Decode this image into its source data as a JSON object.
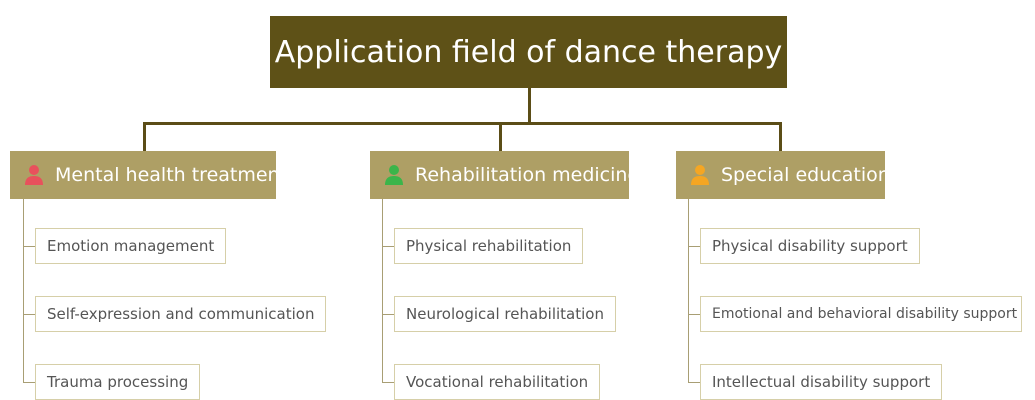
{
  "root": {
    "title": "Application field of dance therapy"
  },
  "branches": [
    {
      "label": "Mental health treatment",
      "icon": "person-icon",
      "icon_color": "#e8515c",
      "items": [
        "Emotion management",
        "Self-expression and communication",
        "Trauma processing"
      ]
    },
    {
      "label": "Rehabilitation medicine",
      "icon": "person-icon",
      "icon_color": "#3bb54a",
      "items": [
        "Physical rehabilitation",
        "Neurological rehabilitation",
        "Vocational rehabilitation"
      ]
    },
    {
      "label": "Special education",
      "icon": "person-icon",
      "icon_color": "#f5a623",
      "items": [
        "Physical disability support",
        "Emotional and behavioral disability support",
        "Intellectual disability support"
      ]
    }
  ],
  "colors": {
    "root_fill": "#5e5117",
    "branch_fill": "#ae9f65",
    "connector": "#5b4d17",
    "leaf_border": "#d6cfa8"
  }
}
